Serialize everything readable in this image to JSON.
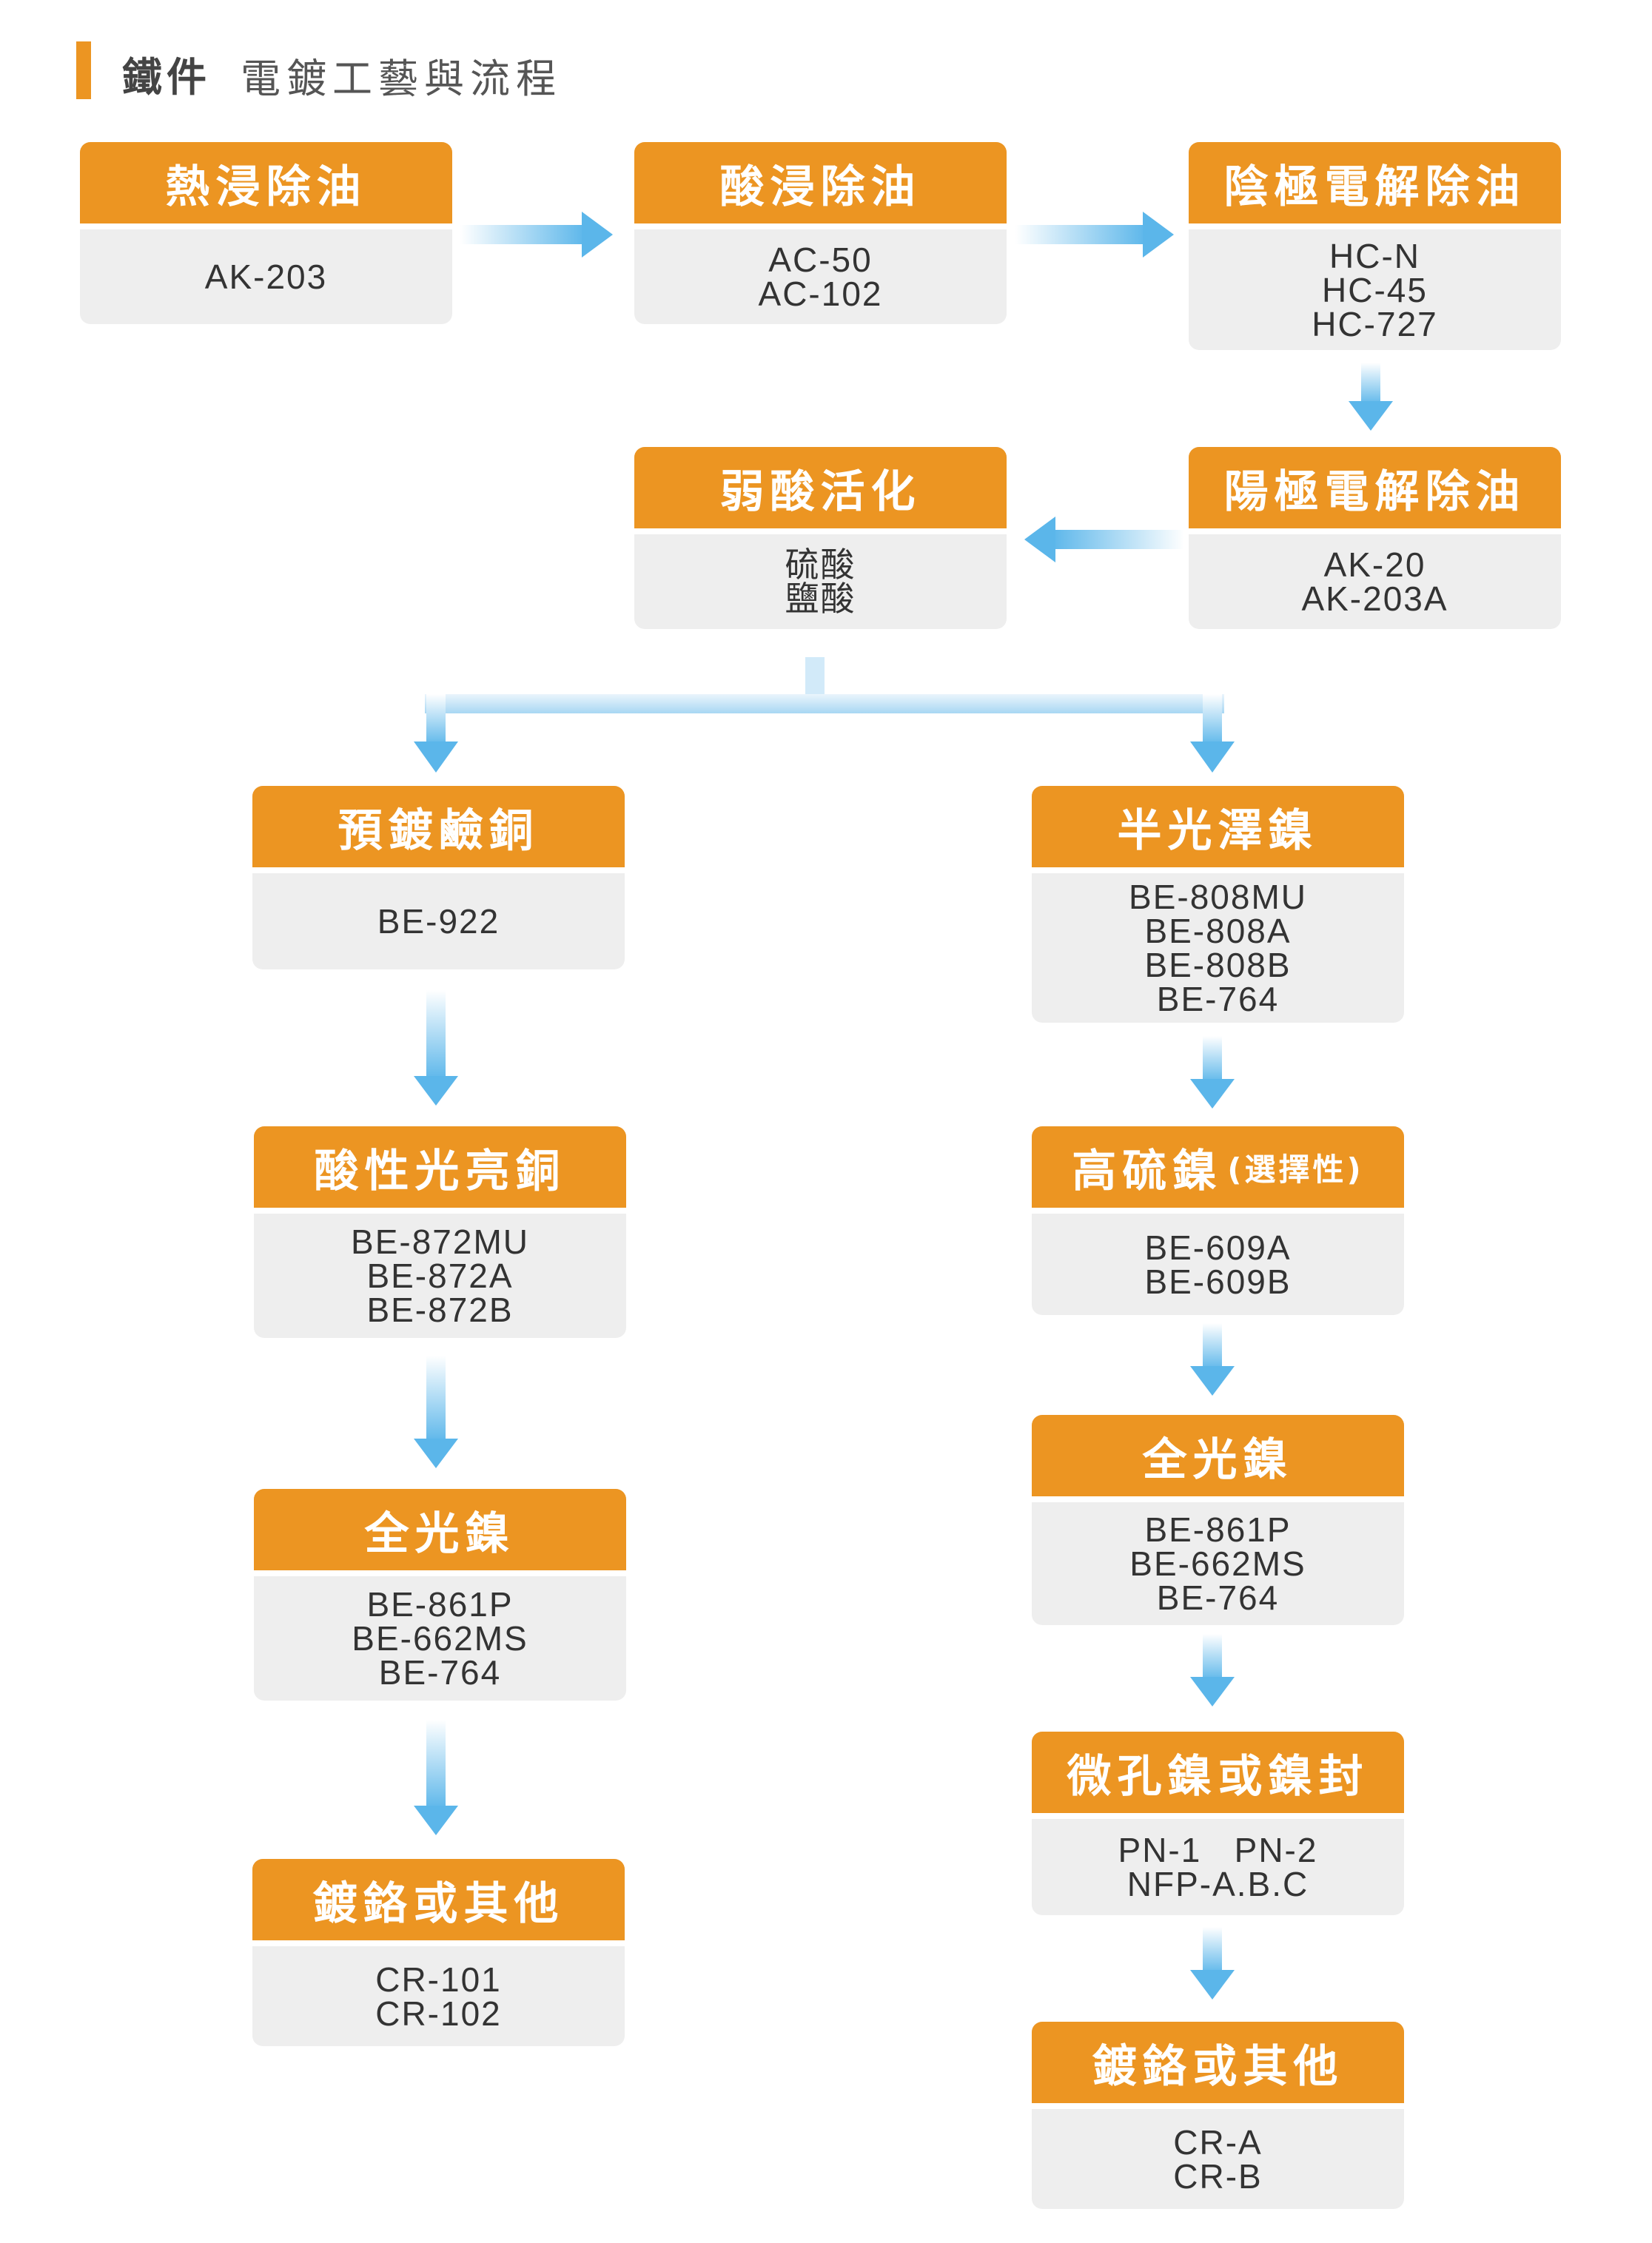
{
  "header": {
    "title_main": "鐵件",
    "title_sub": "電鍍工藝與流程"
  },
  "steps": {
    "hot_soak": {
      "title": "熱浸除油",
      "products": [
        "AK-203"
      ]
    },
    "acid_soak": {
      "title": "酸浸除油",
      "products": [
        "AC-50",
        "AC-102"
      ]
    },
    "cathodic": {
      "title": "陰極電解除油",
      "products": [
        "HC-N",
        "HC-45",
        "HC-727"
      ]
    },
    "anodic": {
      "title": "陽極電解除油",
      "products": [
        "AK-20",
        "AK-203A"
      ]
    },
    "weak_acid": {
      "title": "弱酸活化",
      "products": [
        "硫酸",
        "鹽酸"
      ]
    },
    "left": [
      {
        "title": "預鍍鹼銅",
        "products": [
          "BE-922"
        ]
      },
      {
        "title": "酸性光亮銅",
        "products": [
          "BE-872MU",
          "BE-872A",
          "BE-872B"
        ]
      },
      {
        "title": "全光鎳",
        "products": [
          "BE-861P",
          "BE-662MS",
          "BE-764"
        ]
      },
      {
        "title": "鍍鉻或其他",
        "products": [
          "CR-101",
          "CR-102"
        ]
      }
    ],
    "right": [
      {
        "title": "半光澤鎳",
        "products": [
          "BE-808MU",
          "BE-808A",
          "BE-808B",
          "BE-764"
        ]
      },
      {
        "title": "高硫鎳",
        "note": "(選擇性)",
        "products": [
          "BE-609A",
          "BE-609B"
        ]
      },
      {
        "title": "全光鎳",
        "products": [
          "BE-861P",
          "BE-662MS",
          "BE-764"
        ]
      },
      {
        "title": "微孔鎳或鎳封",
        "products": [
          "PN-1   PN-2",
          "NFP-A.B.C"
        ]
      },
      {
        "title": "鍍鉻或其他",
        "products": [
          "CR-A",
          "CR-B"
        ]
      }
    ]
  },
  "colors": {
    "accent": "#ec9522",
    "body_bg": "#eeeeee",
    "arrow_light": "#e3f2fb",
    "arrow_dark": "#5bb6ea"
  }
}
